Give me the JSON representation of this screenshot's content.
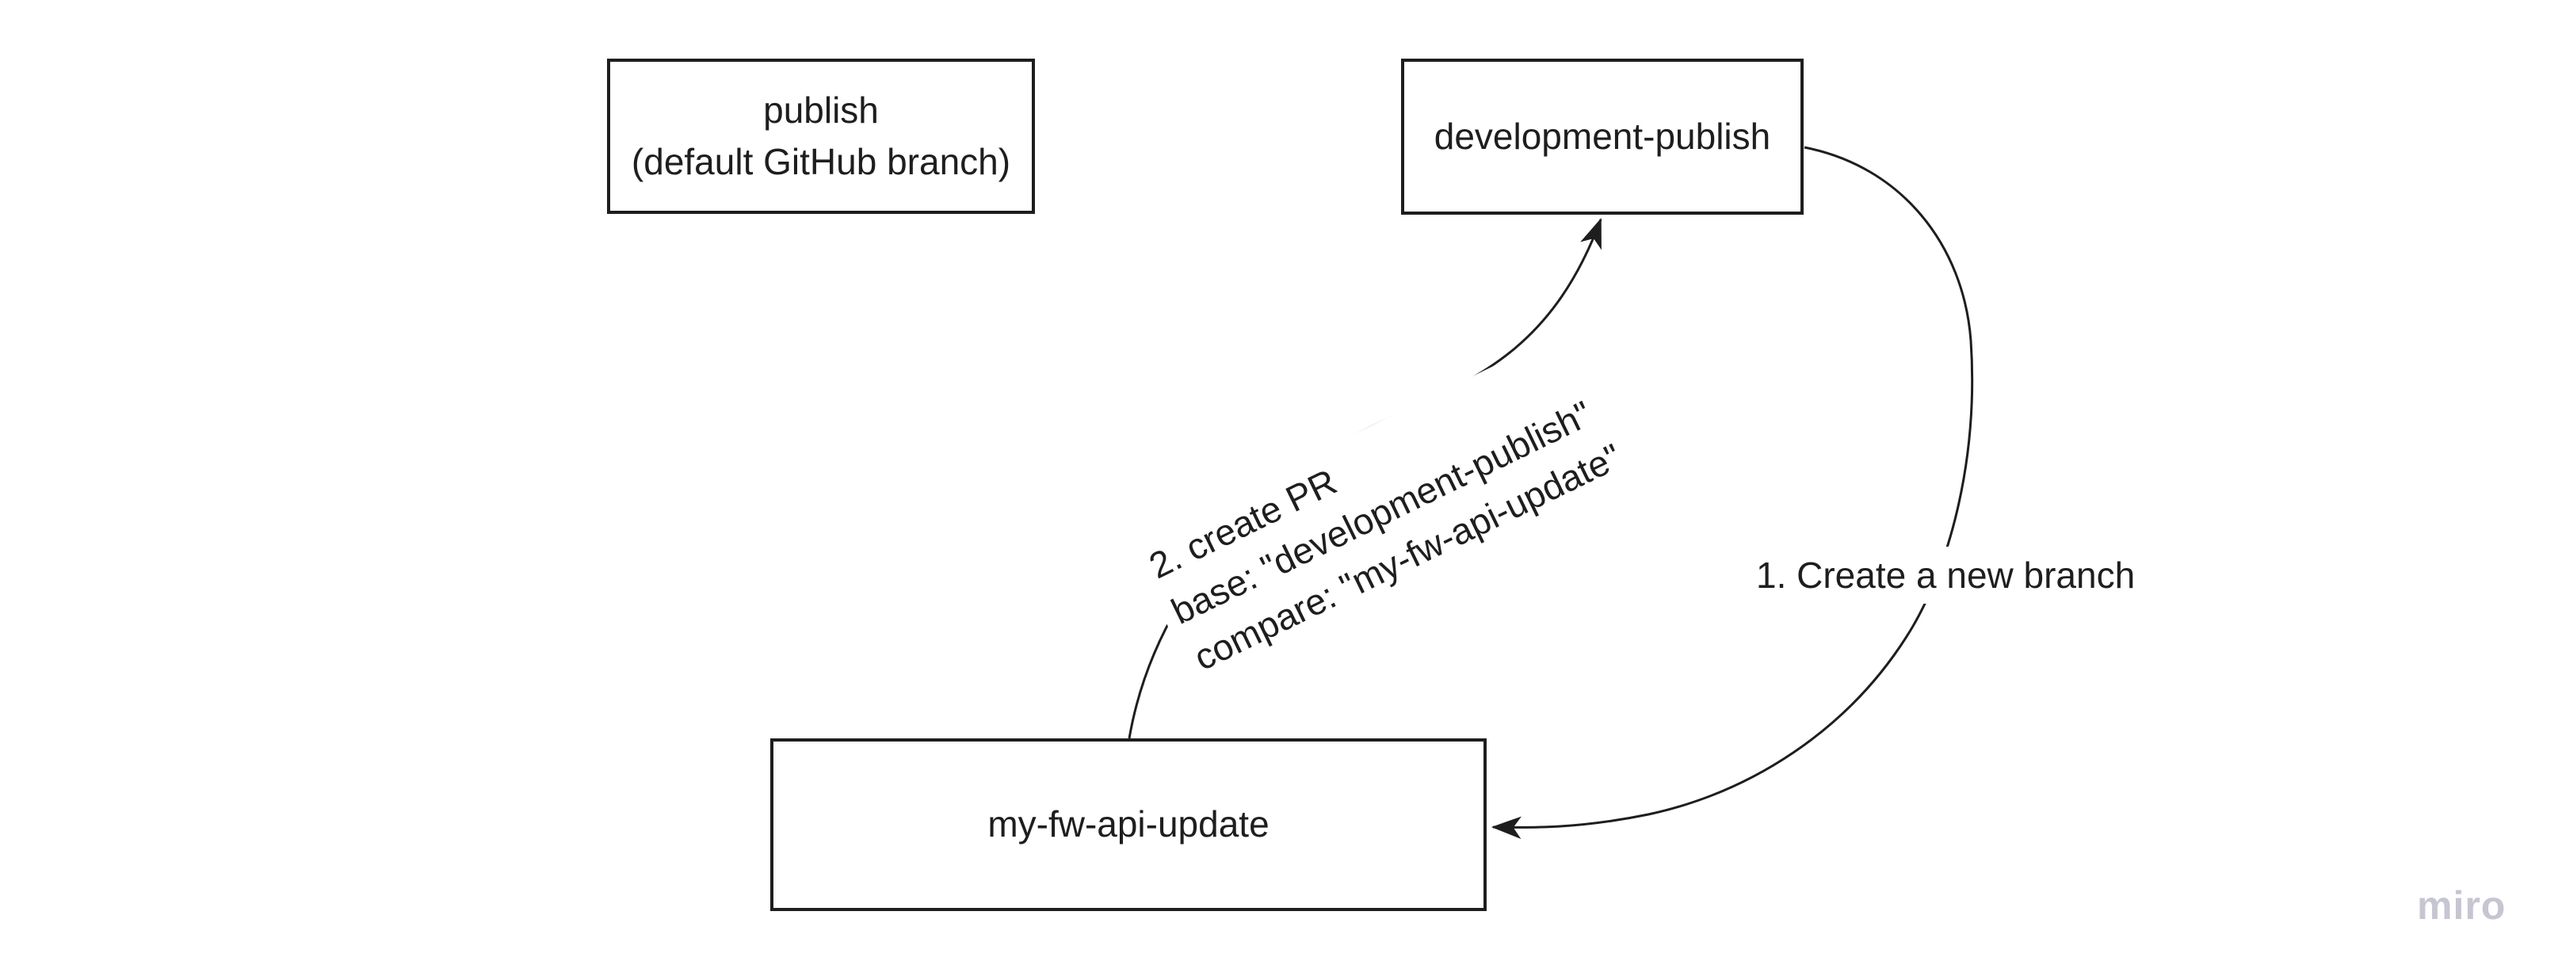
{
  "board": {
    "type": "miro-whiteboard-diagram",
    "background": "#ffffff",
    "stroke_color": "#1e1e1e",
    "text_color": "#1e1e1e"
  },
  "shapes": {
    "publish": {
      "line1": "publish",
      "line2": "(default GitHub branch)"
    },
    "development_publish": {
      "label": "development-publish"
    },
    "feature_branch": {
      "label": "my-fw-api-update"
    }
  },
  "connectors": {
    "create_branch": {
      "label": "1. Create a new branch",
      "from": "development-publish",
      "to": "my-fw-api-update"
    },
    "create_pr": {
      "line1": "2. create PR",
      "line2": "base: \"development-publish\"",
      "line3": "compare: \"my-fw-api-update\"",
      "from": "my-fw-api-update",
      "to": "development-publish"
    }
  },
  "watermark": {
    "text": "miro",
    "color": "#c6c5d2"
  }
}
